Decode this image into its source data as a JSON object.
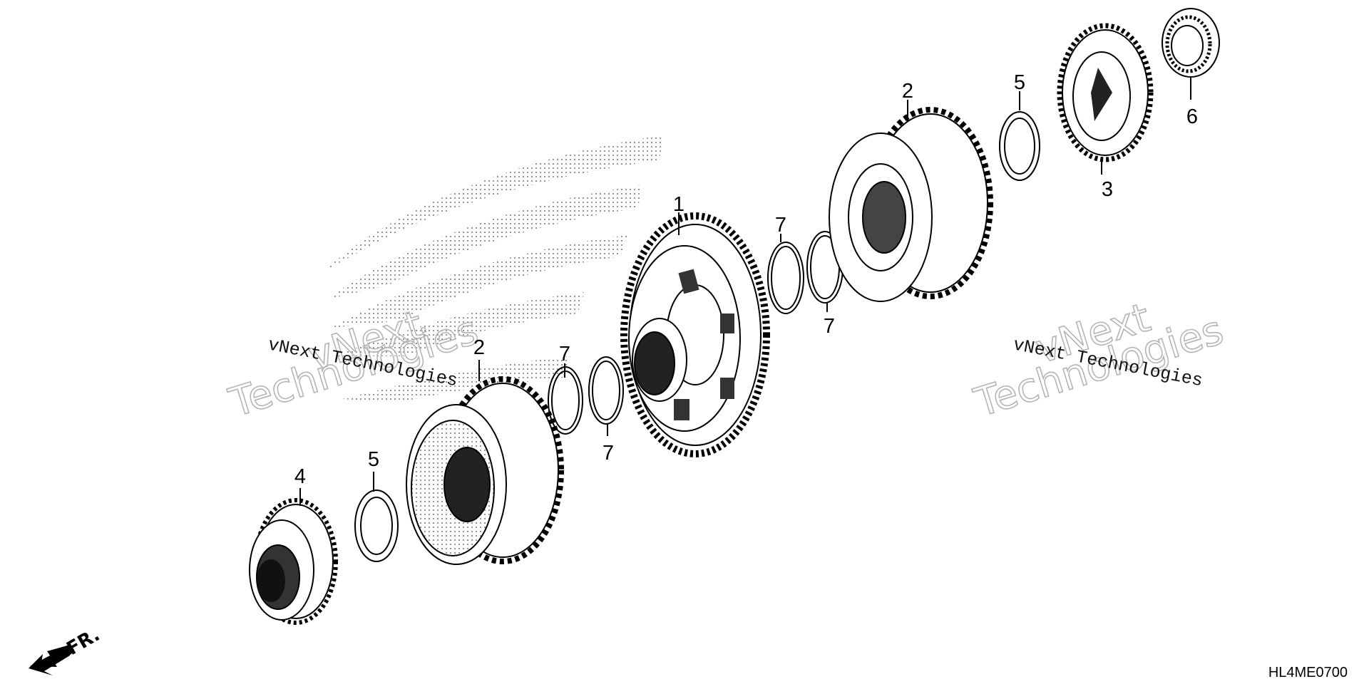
{
  "diagram": {
    "callouts": {
      "part_1": "1",
      "part_2_right": "2",
      "part_2_left": "2",
      "part_3": "3",
      "part_4": "4",
      "part_5_left": "5",
      "part_5_right": "5",
      "part_6": "6",
      "part_7_a": "7",
      "part_7_b": "7",
      "part_7_c": "7",
      "part_7_d": "7"
    },
    "watermarks": {
      "left_line": "vNext Technologies",
      "left_big_1": "vNext",
      "left_big_2": "Technologies",
      "right_line": "vNext Technologies",
      "right_big_1": "vNext",
      "right_big_2": "Technologies"
    },
    "front_indicator": "FR.",
    "diagram_code": "HL4ME0700"
  }
}
